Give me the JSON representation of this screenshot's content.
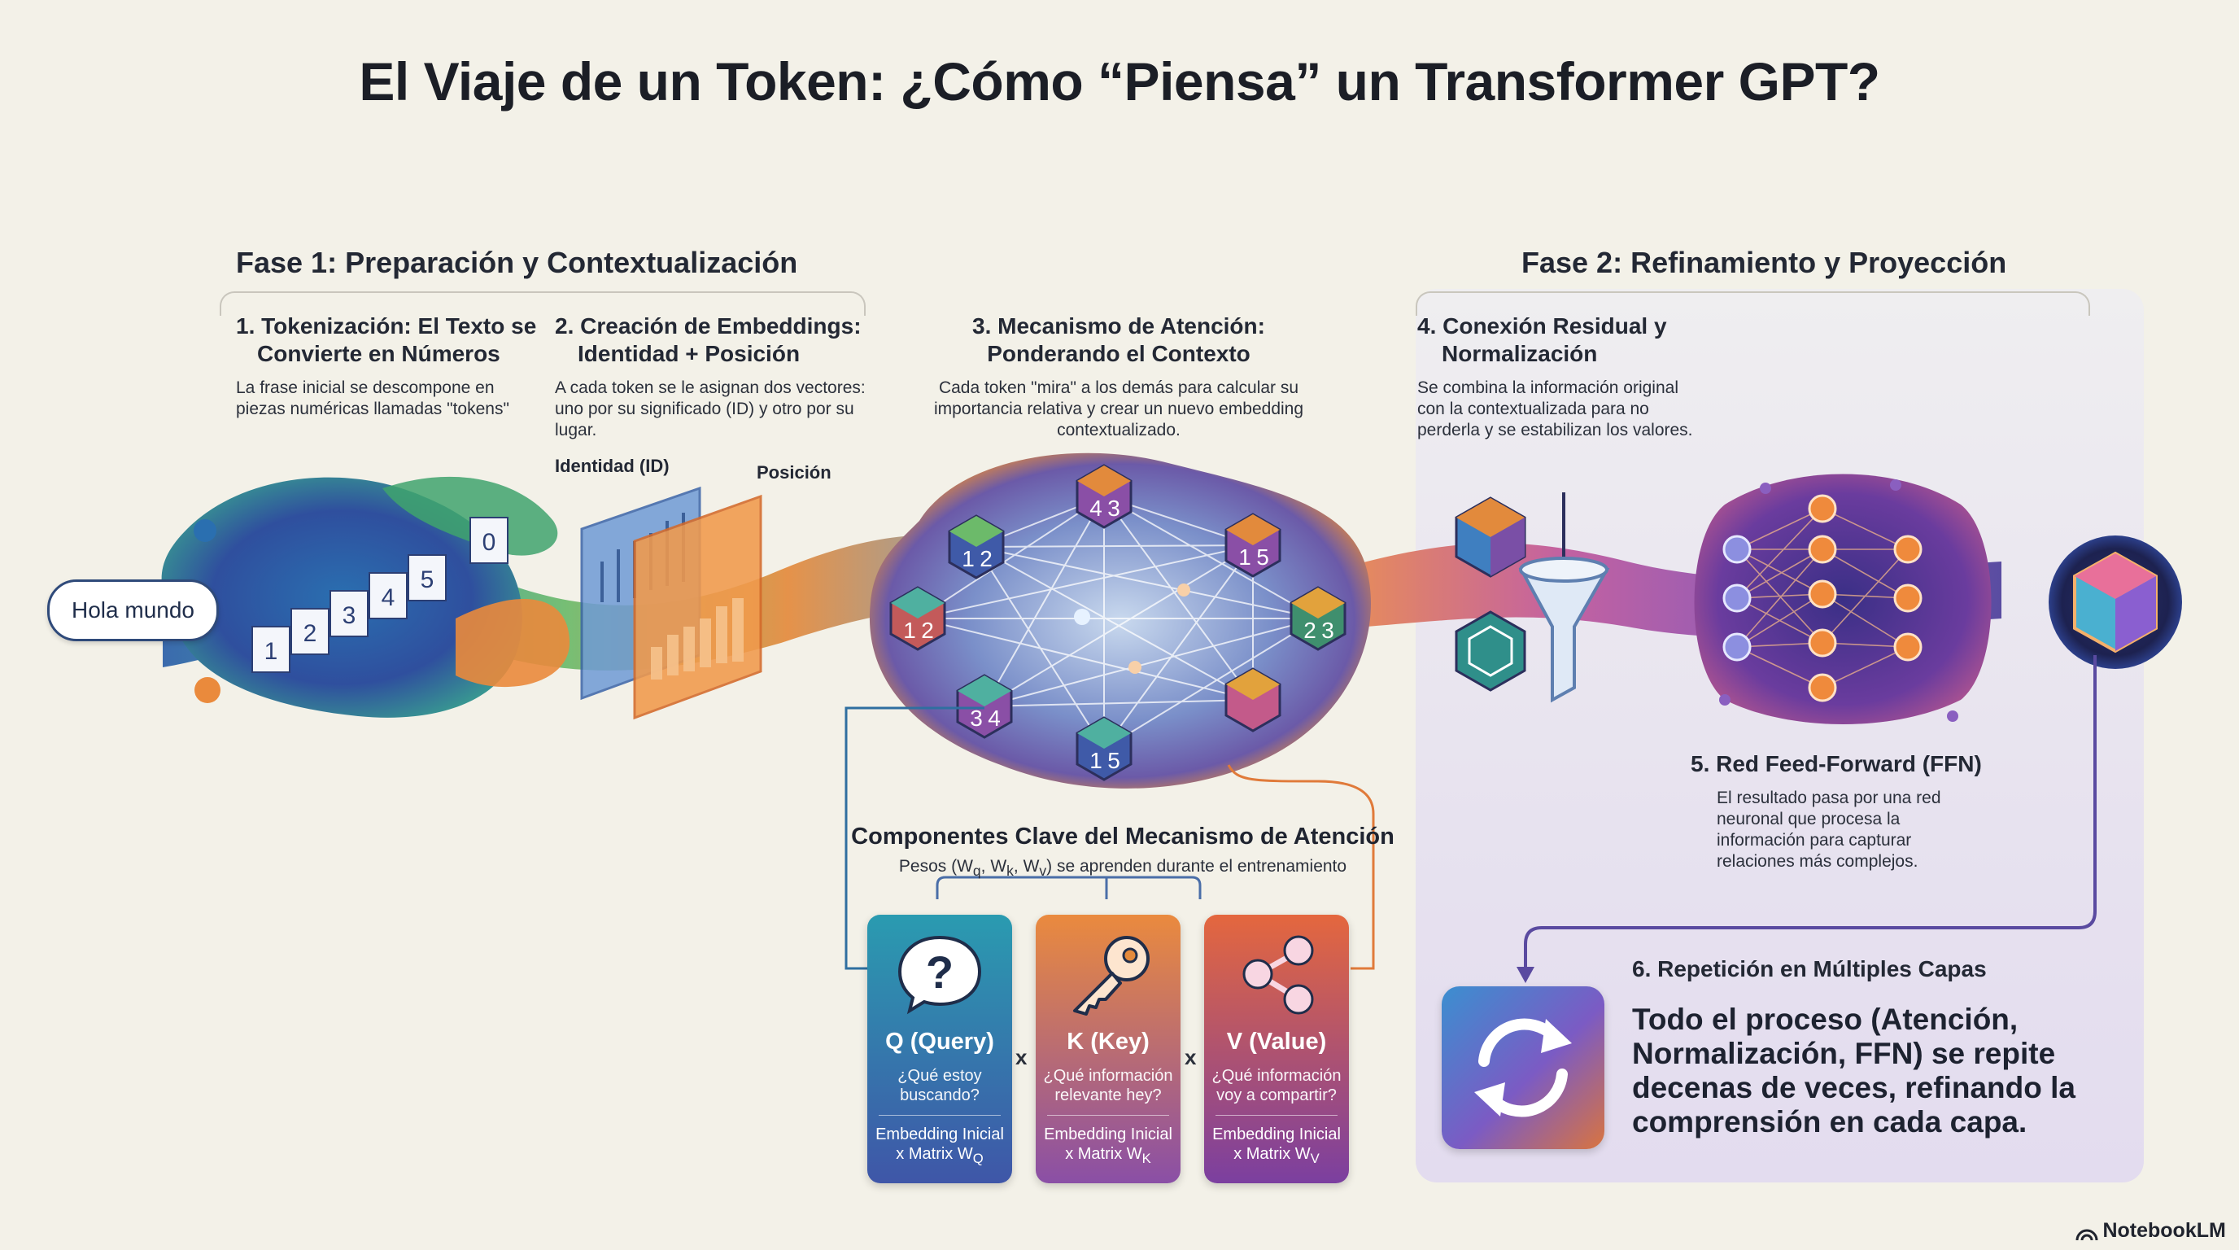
{
  "title": "El Viaje de un Token: ¿Cómo “Piensa” un Transformer GPT?",
  "phase1": {
    "title": "Fase 1: Preparación y Contextualización"
  },
  "phase2": {
    "title": "Fase 2: Refinamiento y Proyección"
  },
  "steps": [
    {
      "title_l1": "1. Tokenización: El Texto se",
      "title_l2": "Convierte en Números",
      "desc_l1": "La frase inicial se descompone en",
      "desc_l2": "piezas numéricas llamadas \"tokens\""
    },
    {
      "title_l1": "2. Creación de Embeddings:",
      "title_l2": "Identidad + Posición",
      "desc_l1": "A cada token se le asignan dos vectores:",
      "desc_l2": "uno por su significado (ID) y otro por su",
      "desc_l3": "lugar."
    },
    {
      "title_l1": "3. Mecanismo de Atención:",
      "title_l2": "Ponderando el Contexto",
      "desc_l1": "Cada token \"mira\" a los demás para calcular su",
      "desc_l2": "importancia relativa y crear un nuevo embedding",
      "desc_l3": "contextualizado."
    },
    {
      "title_l1": "4. Conexión Residual y",
      "title_l2": "Normalización",
      "desc_l1": "Se combina la información original",
      "desc_l2": "con la contextualizada para no",
      "desc_l3": "perderla y se estabilizan los valores."
    },
    {
      "title_l1": "5. Red Feed-Forward (FFN)",
      "desc_l1": "El resultado pasa por una red",
      "desc_l2": "neuronal que procesa la",
      "desc_l3": "información para capturar",
      "desc_l4": "relaciones más complejos."
    },
    {
      "title_l1": "6. Repetición en Múltiples Capas"
    }
  ],
  "input_phrase": "Hola mundo",
  "token_digits": [
    "1",
    "2",
    "3",
    "4",
    "5",
    "0"
  ],
  "embedding_labels": {
    "identity": "Identidad (ID)",
    "position": "Posición"
  },
  "attention_nodes": [
    {
      "a": "4",
      "b": "3"
    },
    {
      "a": "1",
      "b": "5"
    },
    {
      "a": "2",
      "b": "3"
    },
    {
      "a": "",
      "b": ""
    },
    {
      "a": "1",
      "b": "5"
    },
    {
      "a": "3",
      "b": "4"
    },
    {
      "a": "1",
      "b": "2"
    },
    {
      "a": "1",
      "b": "2"
    }
  ],
  "components": {
    "title": "Componentes Clave del Mecanismo de Atención",
    "subtitle_pre": "Pesos (W",
    "subtitle_post": ") se aprenden durante el entrenamiento",
    "weight_subs": [
      "q",
      "k",
      "v"
    ],
    "times_symbol": "x",
    "cards": [
      {
        "title": "Q (Query)",
        "q_l1": "¿Qué estoy",
        "q_l2": "buscando?",
        "f_l1": "Embedding Inicial",
        "f_l2": "x Matrix W",
        "f_sub": "Q",
        "color_top": "#2a9bb0",
        "color_bottom": "#3f56a8"
      },
      {
        "title": "K (Key)",
        "q_l1": "¿Qué información",
        "q_l2": "relevante hey?",
        "f_l1": "Embedding Inicial",
        "f_l2": "x Matrix W",
        "f_sub": "K",
        "color_top": "#ea8a3e",
        "color_bottom": "#8a4fa6"
      },
      {
        "title": "V (Value)",
        "q_l1": "¿Qué información",
        "q_l2": "voy a compartir?",
        "f_l1": "Embedding Inicial",
        "f_l2": "x Matrix W",
        "f_sub": "V",
        "color_top": "#e4673e",
        "color_bottom": "#7b3fa0"
      }
    ]
  },
  "repeat_text": [
    "Todo el proceso (Atención,",
    "Normalización, FFN) se repite",
    "decenas de veces, refinando la",
    "comprensión en cada capa."
  ],
  "brand": "NotebookLM"
}
